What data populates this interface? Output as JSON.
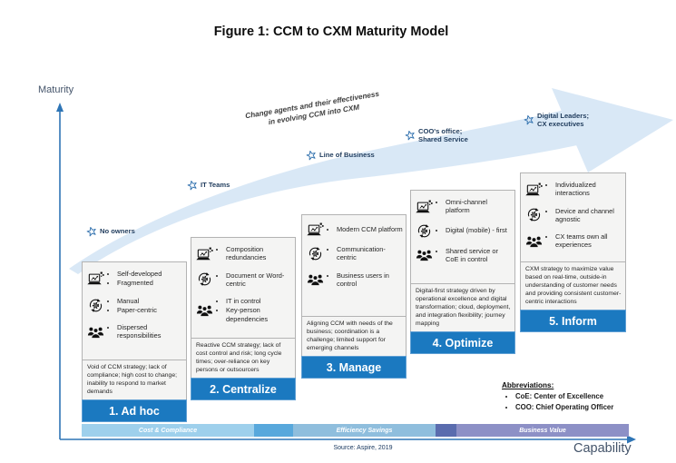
{
  "title": "Figure 1: CCM to CXM Maturity Model",
  "axes": {
    "y_label": "Maturity",
    "x_label": "Capability"
  },
  "swoosh": {
    "caption": "Change agents and their effectiveness\nin evolving CCM into CXM",
    "milestones": [
      {
        "icon": "star-icon",
        "label": "No owners"
      },
      {
        "icon": "star-icon",
        "label": "IT Teams"
      },
      {
        "icon": "star-icon",
        "label": "Line of Business"
      },
      {
        "icon": "star-icon",
        "label": "COO's office;\nShared Service"
      },
      {
        "icon": "star-icon",
        "label": "Digital Leaders;\nCX executives"
      }
    ]
  },
  "stages": [
    {
      "number_label": "1. Ad hoc",
      "rows": [
        {
          "icon": "laptop-chart-icon",
          "items": [
            "Self-developed",
            "Fragmented"
          ]
        },
        {
          "icon": "gear-sync-icon",
          "items": [
            "Manual",
            "Paper-centric"
          ]
        },
        {
          "icon": "people-icon",
          "items": [
            "Dispersed responsibilities"
          ]
        }
      ],
      "description": "Void of CCM strategy; lack of compliance; high cost to change; inability to respond to market demands"
    },
    {
      "number_label": "2. Centralize",
      "rows": [
        {
          "icon": "laptop-chart-icon",
          "items": [
            "Composition redundancies"
          ]
        },
        {
          "icon": "gear-sync-icon",
          "items": [
            "Document or Word-centric"
          ]
        },
        {
          "icon": "people-icon",
          "items": [
            "IT in control",
            "Key-person dependencies"
          ]
        }
      ],
      "description": "Reactive CCM strategy; lack of cost control and risk; long cycle times; over-reliance on key persons or outsourcers"
    },
    {
      "number_label": "3. Manage",
      "rows": [
        {
          "icon": "laptop-chart-icon",
          "items": [
            "Modern CCM platform"
          ]
        },
        {
          "icon": "gear-sync-icon",
          "items": [
            "Communication-centric"
          ]
        },
        {
          "icon": "people-icon",
          "items": [
            "Business users in control"
          ]
        }
      ],
      "description": "Aligning CCM with needs of the business; coordination is a challenge; limited support for emerging channels"
    },
    {
      "number_label": "4. Optimize",
      "rows": [
        {
          "icon": "laptop-chart-icon",
          "items": [
            "Omni-channel platform"
          ]
        },
        {
          "icon": "gear-sync-icon",
          "items": [
            "Digital (mobile) - first"
          ]
        },
        {
          "icon": "people-icon",
          "items": [
            "Shared service or CoE in control"
          ]
        }
      ],
      "description": "Digital-first strategy driven by operational excellence and digital transformation; cloud, deployment, and integration flexibility; journey mapping"
    },
    {
      "number_label": "5. Inform",
      "rows": [
        {
          "icon": "laptop-chart-icon",
          "items": [
            "Individualized interactions"
          ]
        },
        {
          "icon": "gear-sync-icon",
          "items": [
            "Device and channel agnostic"
          ]
        },
        {
          "icon": "people-icon",
          "items": [
            "CX teams own all experiences"
          ]
        }
      ],
      "description": "CXM strategy to maximize value based on real-time, outside-in understanding of customer needs and providing consistent customer-centric interactions"
    }
  ],
  "capability_bar": {
    "segments": [
      {
        "label": "Cost & Compliance",
        "color": "#9ed0ec"
      },
      {
        "label": "",
        "color": "#58a8dc"
      },
      {
        "label": "Efficiency Savings",
        "color": "#8fbedd"
      },
      {
        "label": "",
        "color": "#5a6cae"
      },
      {
        "label": "Business Value",
        "color": "#8d90c6"
      }
    ]
  },
  "abbreviations": {
    "title": "Abbreviations:",
    "items": [
      "CoE: Center of Excellence",
      "COO: Chief Operating Officer"
    ]
  },
  "source": "Source: Aspire, 2019",
  "colors": {
    "stage_banner": "#1b79c0",
    "axis": "#2e75b6",
    "swoosh": "#d9e8f6",
    "star": "#2e6fad"
  }
}
